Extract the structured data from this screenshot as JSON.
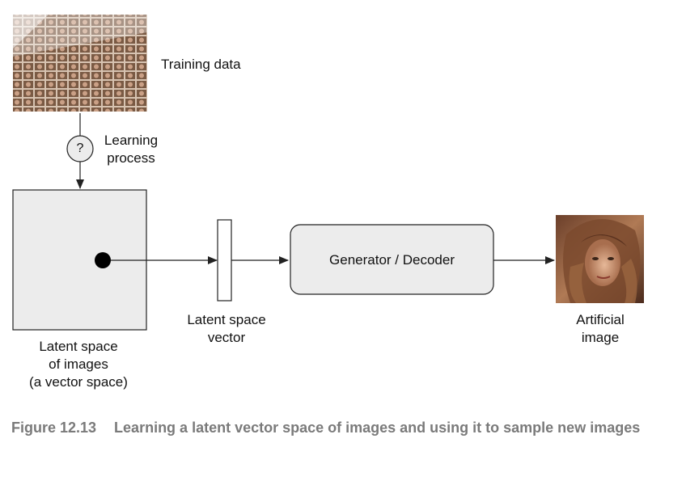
{
  "diagram": {
    "training_data_label": "Training data",
    "learning_process_symbol": "?",
    "learning_process_label": [
      "Learning",
      "process"
    ],
    "latent_space_label": [
      "Latent space",
      "of images",
      "(a vector space)"
    ],
    "latent_vector_label": [
      "Latent space",
      "vector"
    ],
    "generator_label": "Generator / Decoder",
    "artificial_image_label": [
      "Artificial",
      "image"
    ]
  },
  "caption": {
    "figure_number": "Figure 12.13",
    "text": "Learning a latent vector space of images and using it to sample new images"
  },
  "colors": {
    "box_fill": "#ececec",
    "stroke": "#222222",
    "caption_text": "#7a7a7a"
  }
}
